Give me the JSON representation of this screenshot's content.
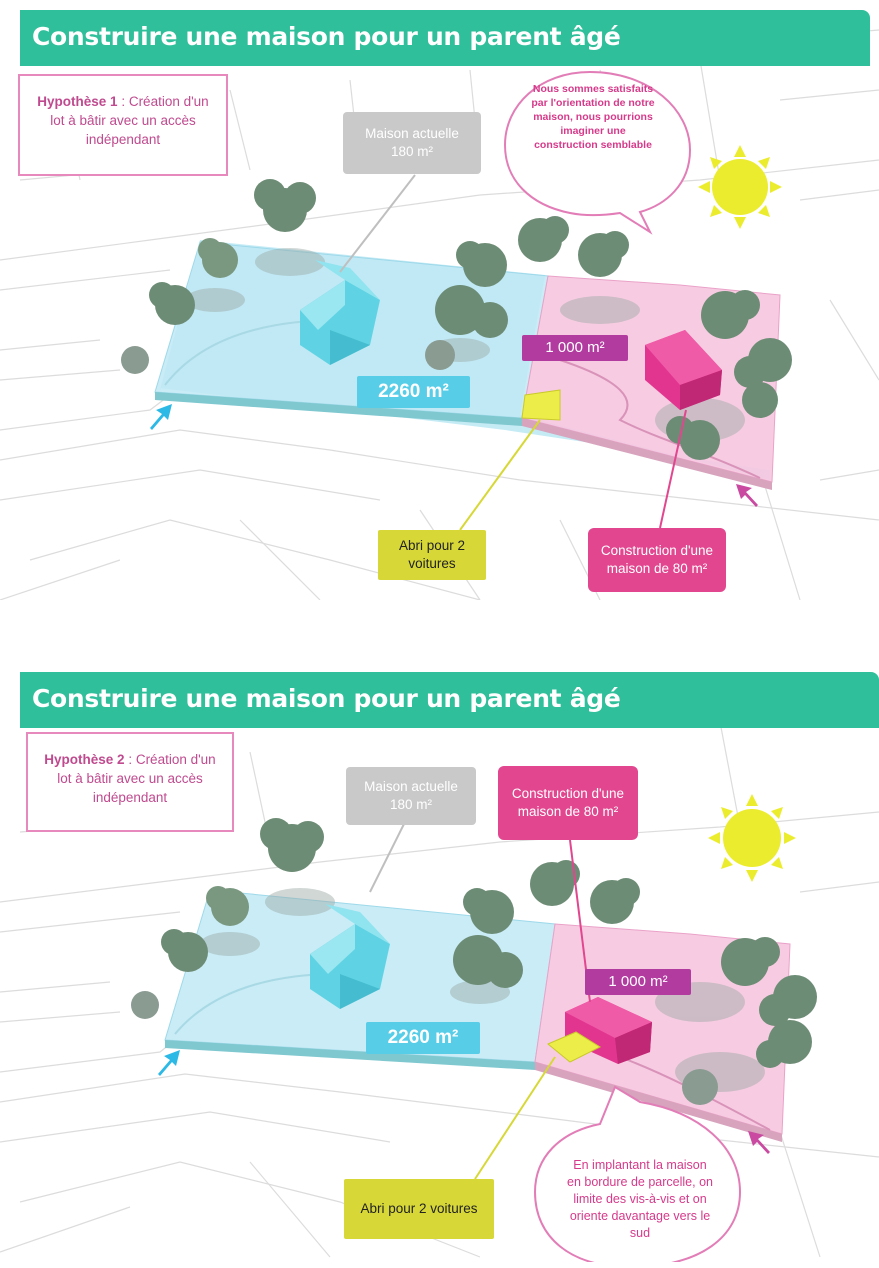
{
  "panel1": {
    "title": "Construire une maison pour un parent âgé",
    "hypothesis_label": "Hypothèse 1",
    "hypothesis_text": " : Création d'un lot à bâtir  avec un accès indépendant",
    "existing_house_label": "Maison actuelle",
    "existing_house_area": "180 m²",
    "speech_bubble": "Nous sommes satisfaits par l'orientation de notre maison, nous pourrions imaginer une construction semblable",
    "lot_main_area": "2260 m²",
    "lot_new_area": "1 000 m²",
    "carport": "Abri pour 2 voitures",
    "new_house": "Construction d'une maison de 80 m²"
  },
  "panel2": {
    "title": "Construire une maison pour un parent âgé",
    "hypothesis_label": "Hypothèse 2",
    "hypothesis_text": " : Création d'un lot à bâtir  avec un accès indépendant",
    "existing_house_label": "Maison actuelle",
    "existing_house_area": "180 m²",
    "new_house": "Construction d'une maison de 80 m²",
    "lot_main_area": "2260 m²",
    "lot_new_area": "1 000 m²",
    "carport": "Abri pour 2 voitures",
    "speech_bubble": "En implantant la maison en bordure de parcelle, on limite des vis-à-vis  et on oriente davantage vers le sud"
  },
  "colors": {
    "banner": "#2fbf9a",
    "lot_main": "#bfe9f4",
    "lot_new": "#f6c6df",
    "existing_house": "#5fd3e3",
    "new_house": "#e2358f",
    "carport": "#eded4a",
    "sun": "#ecec2e",
    "access_arrow_main": "#2cb9e6",
    "access_arrow_new": "#c94aa0"
  }
}
